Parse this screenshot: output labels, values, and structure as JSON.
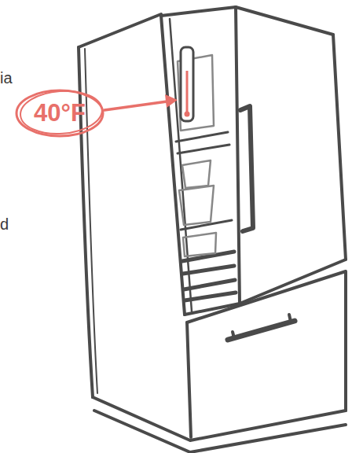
{
  "diagram": {
    "nodes": [
      {
        "text": [
          "40°F"
        ]
      }
    ],
    "labels": [
      "ia",
      "d"
    ]
  }
}
